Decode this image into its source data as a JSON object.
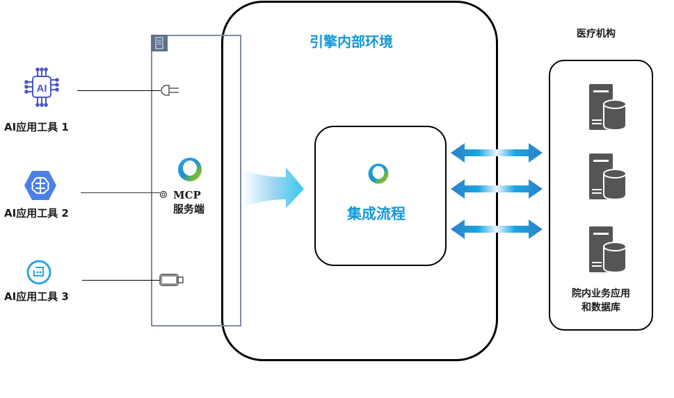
{
  "diagram": {
    "tools": [
      {
        "label": "AI应用工具 1",
        "icon": "ai-chip-icon",
        "connector": "plug-icon"
      },
      {
        "label": "AI应用工具 2",
        "icon": "brain-hexagon-icon",
        "connector": "socket-ring-icon"
      },
      {
        "label": "AI应用工具 3",
        "icon": "chat-bot-icon",
        "connector": "battery-connector-icon"
      }
    ],
    "mcp_server": {
      "label_line1": "MCP",
      "label_line2": "服务端",
      "icon": "ring-logo-icon"
    },
    "engine": {
      "title": "引擎内部环境",
      "flow_label": "集成流程",
      "flow_icon": "ring-logo-icon"
    },
    "hospital": {
      "title": "医疗机构",
      "label_line1": "院内业务应用",
      "label_line2": "和数据库",
      "server_count": 3
    },
    "colors": {
      "accent_blue": "#1497d9",
      "panel_border": "#7f8aa3",
      "server_gray": "#555555",
      "arrow_blue": "#1a8fd6"
    }
  }
}
